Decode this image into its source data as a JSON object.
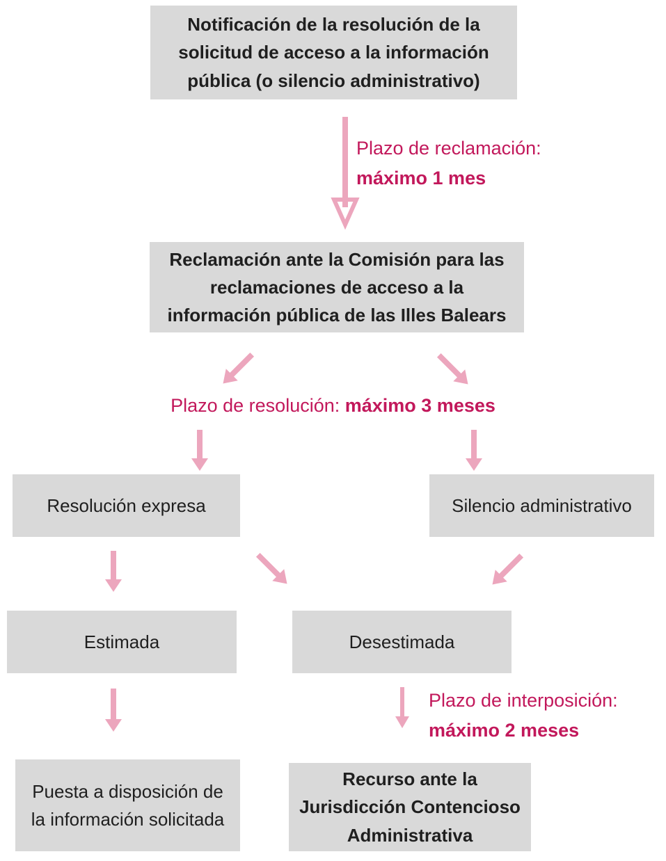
{
  "diagram": {
    "type": "flowchart",
    "language": "es",
    "colors": {
      "node_background": "#d9d9d9",
      "node_text": "#1f1f1f",
      "arrow_pink": "#eca6bd",
      "label_accent": "#c2185b",
      "page_background": "#ffffff"
    },
    "nodes": {
      "notification": "Notificación de la resolución de la\nsolicitud de acceso a la información\npública (o silencio administrativo)",
      "reclamacion": "Reclamación ante la Comisión para las\nreclamaciones de acceso  a la\ninformación pública de las Illes Balears",
      "resolucion_expresa": "Resolución expresa",
      "silencio_administrativo": "Silencio administrativo",
      "estimada": "Estimada",
      "desestimada": "Desestimada",
      "puesta_disposicion": "Puesta a disposición de\nla información solicitada",
      "recurso": "Recurso ante la\nJurisdicción Contencioso\nAdministrativa"
    },
    "labels": {
      "reclamacion_plazo": {
        "normal": "Plazo de reclamación:",
        "bold": "máximo 1 mes"
      },
      "resolucion_plazo": {
        "normal": "Plazo de resolución: ",
        "bold": "máximo 3 meses"
      },
      "interposicion_plazo": {
        "normal": "Plazo de interposición:",
        "bold": "máximo 2 meses"
      }
    },
    "edges": [
      {
        "from": "notification",
        "to": "reclamacion",
        "label": "Plazo de reclamación: máximo 1 mes"
      },
      {
        "from": "reclamacion",
        "to": "resolucion_expresa",
        "label": "Plazo de resolución: máximo 3 meses"
      },
      {
        "from": "reclamacion",
        "to": "silencio_administrativo",
        "label": "Plazo de resolución: máximo 3 meses"
      },
      {
        "from": "resolucion_expresa",
        "to": "estimada"
      },
      {
        "from": "resolucion_expresa",
        "to": "desestimada"
      },
      {
        "from": "silencio_administrativo",
        "to": "desestimada"
      },
      {
        "from": "estimada",
        "to": "puesta_disposicion"
      },
      {
        "from": "desestimada",
        "to": "recurso",
        "label": "Plazo de interposición: máximo 2 meses"
      }
    ]
  }
}
